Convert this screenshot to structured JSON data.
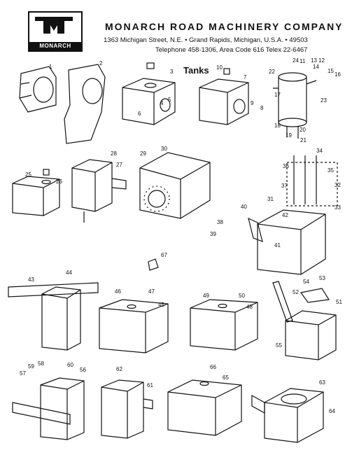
{
  "brand": {
    "logo_text": "MONARCH",
    "company": "MONARCH ROAD MACHINERY COMPANY",
    "address": "1363 Michigan Street, N.E. • Grand Rapids, Michigan, U.S.A. • 49503",
    "contact": "Telephone 458-1306, Area Code 616  Telex 22-6467"
  },
  "section_title": "Tanks",
  "part_numbers": [
    "1",
    "2",
    "3",
    "4",
    "5",
    "6",
    "7",
    "8",
    "9",
    "10",
    "11",
    "12",
    "13",
    "14",
    "15",
    "16",
    "17",
    "18",
    "19",
    "20",
    "21",
    "22",
    "23",
    "24",
    "25",
    "26",
    "27",
    "28",
    "29",
    "30",
    "31",
    "32",
    "33",
    "34",
    "35",
    "36",
    "37",
    "38",
    "39",
    "40",
    "41",
    "42",
    "43",
    "44",
    "45",
    "46",
    "47",
    "48",
    "49",
    "50",
    "51",
    "52",
    "53",
    "54",
    "55",
    "56",
    "57",
    "58",
    "59",
    "60",
    "61",
    "62",
    "63",
    "64",
    "65",
    "66",
    "67"
  ]
}
